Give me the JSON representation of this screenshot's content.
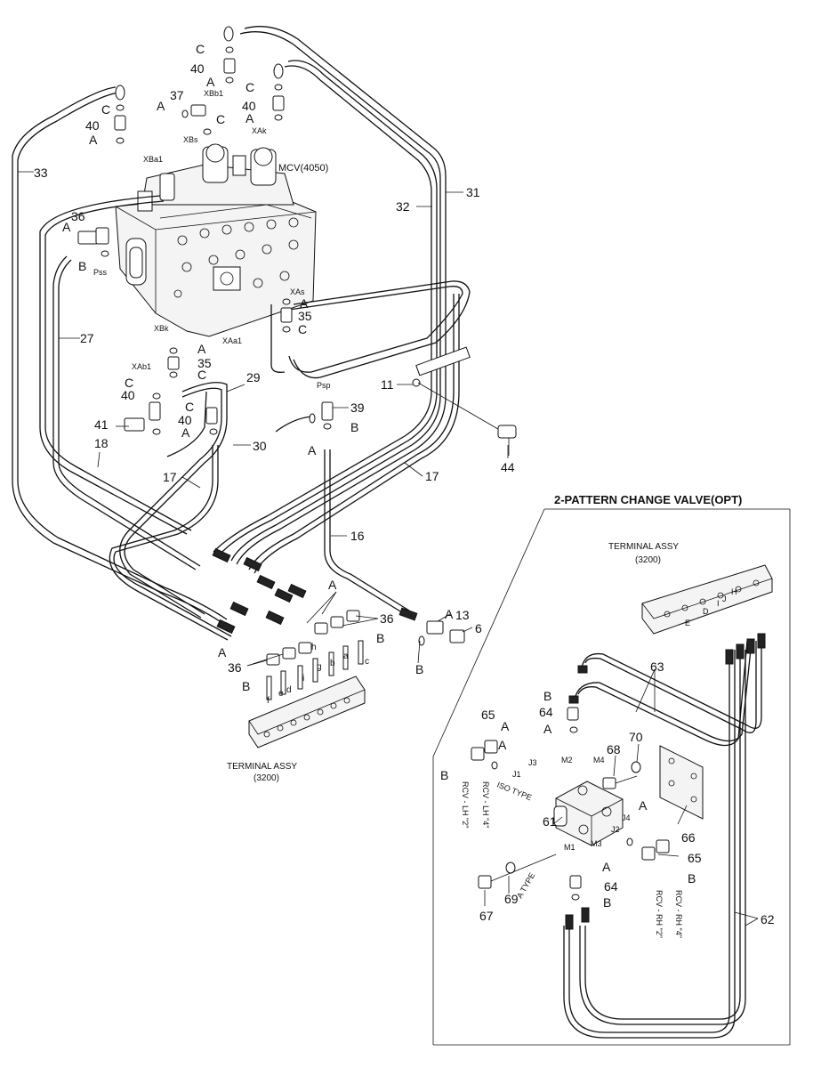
{
  "main_diagram": {
    "mcv_label": "MCV(4050)",
    "terminal_title": "TERMINAL ASSY",
    "terminal_code": "(3200)",
    "ports": {
      "xbb1": "XBb1",
      "xbs": "XBs",
      "xba1": "XBa1",
      "xak": "XAk",
      "pss": "Pss",
      "xas": "XAs",
      "xbk": "XBk",
      "xaa1": "XAa1",
      "xab1": "XAb1",
      "psp": "Psp"
    },
    "callouts": {
      "c33": "33",
      "c27": "27",
      "c18": "18",
      "c17a": "17",
      "c17b": "17",
      "c16": "16",
      "c29": "29",
      "c30": "30",
      "c31": "31",
      "c32": "32",
      "c11": "11",
      "c44": "44",
      "c39": "39",
      "c41": "41",
      "c40a": "40",
      "c40b": "40",
      "c40c": "40",
      "c40d": "40",
      "c40e": "40",
      "c35a": "35",
      "c35b": "35",
      "c36a": "36",
      "c36b": "36",
      "c36c": "36",
      "c37": "37",
      "c13": "13",
      "c6": "6"
    },
    "letters": {
      "A": "A",
      "B": "B",
      "C": "C",
      "a": "a",
      "b": "b",
      "c": "c",
      "d": "d",
      "e": "e",
      "f": "f",
      "g": "g",
      "h": "h",
      "i": "i"
    }
  },
  "inset": {
    "title": "2-PATTERN CHANGE VALVE(OPT)",
    "terminal_title": "TERMINAL ASSY",
    "terminal_code": "(3200)",
    "ports": {
      "m1": "M1",
      "m2": "M2",
      "m3": "M3",
      "m4": "M4",
      "j1": "J1",
      "j2": "J2",
      "j3": "J3",
      "j4": "J4",
      "d": "D",
      "e": "E",
      "h": "H",
      "i": "I",
      "j": "J"
    },
    "type_labels": {
      "iso": "ISO TYPE",
      "a": "A TYPE"
    },
    "rcv_labels": {
      "lh2": "RCV - LH \"2\"",
      "lh4": "RCV - LH \"4\"",
      "rh2": "RCV - RH \"2\"",
      "rh4": "RCV - RH \"4\""
    },
    "callouts": {
      "c61": "61",
      "c62": "62",
      "c63": "63",
      "c64a": "64",
      "c64b": "64",
      "c65a": "65",
      "c65b": "65",
      "c66": "66",
      "c67": "67",
      "c68": "68",
      "c69": "69",
      "c70": "70"
    }
  }
}
